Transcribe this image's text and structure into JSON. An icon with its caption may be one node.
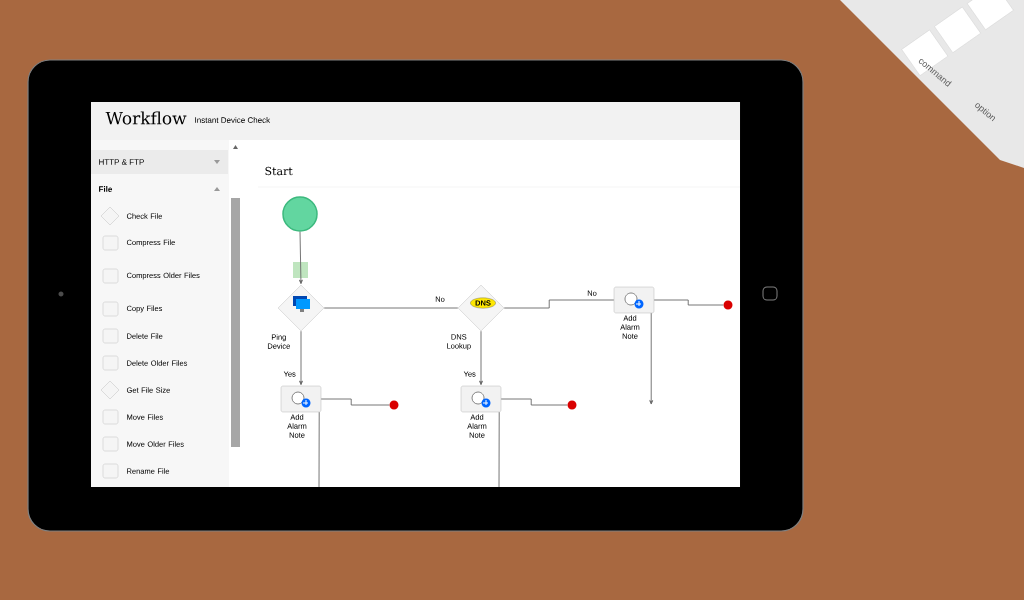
{
  "diagram": {
    "title": "Workflow",
    "nodes": [
      {
        "text": [],
        "shape": "circle"
      },
      {
        "text": [
          "Ping Device"
        ]
      },
      {
        "text": [
          "DNS",
          "DNS Lookup"
        ]
      },
      {
        "text": [
          "Add Alarm Note"
        ]
      },
      {
        "text": [
          "Add Alarm Note"
        ]
      },
      {
        "text": [
          "Add Alarm Note"
        ]
      },
      {
        "text": [],
        "shape": "circle"
      },
      {
        "text": [],
        "shape": "circle"
      },
      {
        "text": [],
        "shape": "circle"
      }
    ],
    "edges": [
      {
        "from": 0,
        "to": 1,
        "arrow": "to"
      },
      {
        "from": 1,
        "to": 2,
        "arrow": "none",
        "label": "No"
      },
      {
        "from": 1,
        "to": 4,
        "arrow": "to",
        "label": "Yes"
      },
      {
        "from": 2,
        "to": 3,
        "arrow": "none",
        "label": "No"
      },
      {
        "from": 2,
        "to": 5,
        "arrow": "to",
        "label": "Yes"
      },
      {
        "from": 3,
        "to": 6,
        "arrow": "none"
      },
      {
        "from": 4,
        "to": 7,
        "arrow": "none"
      },
      {
        "from": 5,
        "to": 8,
        "arrow": "none"
      },
      {
        "from": 3,
        "to": null,
        "arrow": "to"
      },
      {
        "from": 4,
        "to": null,
        "arrow": "none"
      },
      {
        "from": 5,
        "to": null,
        "arrow": "none"
      }
    ],
    "labels": [
      "Instant Device Check",
      "HTTP & FTP",
      "File",
      "Check File",
      "Compress File",
      "Compress Older Files",
      "Copy Files",
      "Delete File",
      "Delete Older Files",
      "Get File Size",
      "Move Files",
      "Move Older Files",
      "Rename File",
      "Start",
      "command",
      "option"
    ]
  }
}
